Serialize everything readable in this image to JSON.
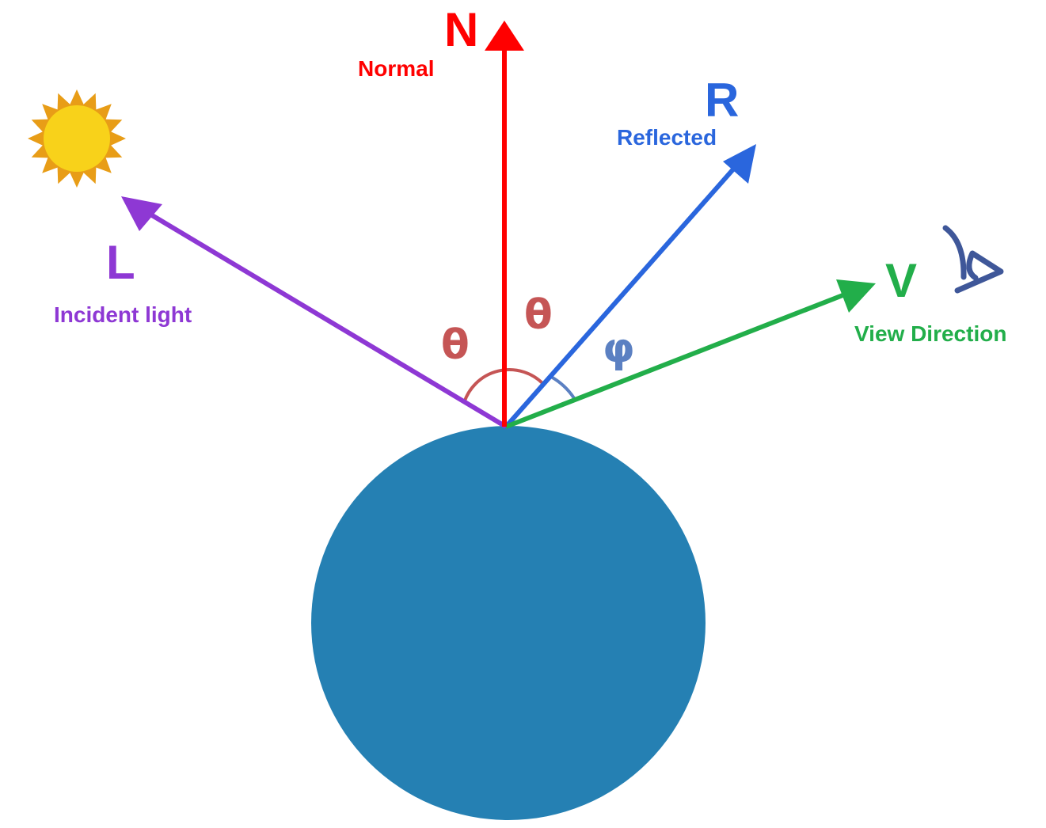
{
  "colors": {
    "background": "#ffffff",
    "sphere": "#2580b3",
    "normal": "#ff0000",
    "reflected": "#2a66dd",
    "incident": "#8e38d4",
    "view": "#22ae4a",
    "theta": "#c55555",
    "phi": "#5b80c2",
    "eye": "#3f5799",
    "sun_core": "#f8d21a",
    "sun_rays": "#e89d17"
  },
  "vectors": {
    "normal": {
      "symbol": "N",
      "label": "Normal"
    },
    "reflected": {
      "symbol": "R",
      "label": "Reflected"
    },
    "incident": {
      "symbol": "L",
      "label": "Incident light"
    },
    "view": {
      "symbol": "V",
      "label": "View Direction"
    }
  },
  "angles": {
    "theta_left": "θ",
    "theta_right": "θ",
    "phi": "φ"
  },
  "icons": {
    "light_source": "sun-icon",
    "viewer": "eye-icon"
  }
}
